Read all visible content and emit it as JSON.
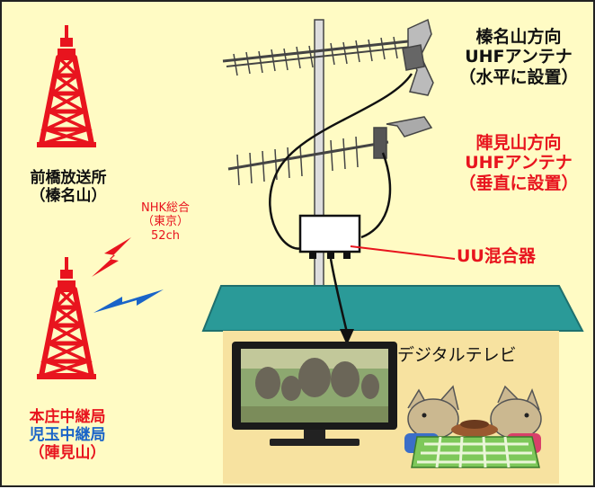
{
  "transmitter_top": {
    "line1": "前橋放送所",
    "line2": "（榛名山）"
  },
  "antenna_haruna": {
    "line1": "榛名山方向",
    "line2": "UHFアンテナ",
    "line3": "（水平に設置）"
  },
  "antenna_jinmi": {
    "line1": "陣見山方向",
    "line2": "UHFアンテナ",
    "line3": "（垂直に設置）"
  },
  "signal": {
    "line1": "NHK総合",
    "line2": "（東京）",
    "line3": "52ch"
  },
  "mixer": {
    "label": "UU混合器"
  },
  "tv": {
    "label": "デジタルテレビ"
  },
  "transmitter_bottom": {
    "line1": "本庄中継局",
    "line2": "児玉中継局",
    "line3": "（陣見山）"
  },
  "colors": {
    "background": "#fffbc4",
    "red": "#e8141e",
    "blue": "#1a64c8",
    "roof": "#2a9a98",
    "house": "#f7e2a0"
  }
}
